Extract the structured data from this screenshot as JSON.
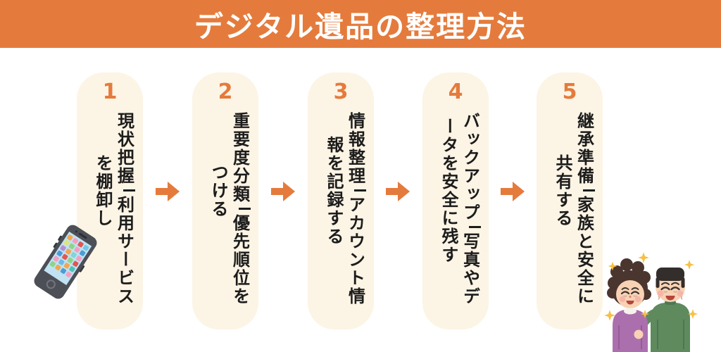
{
  "title": "デジタル遺品の整理方法",
  "colors": {
    "header_bg": "#E47B3C",
    "accent": "#E47B3C",
    "card_bg": "#FCF4E5",
    "text": "#1C1C1C",
    "title_text": "#FFFFFF"
  },
  "separator_glyph": "｜",
  "icons": {
    "step_connector": "arrow-right-icon",
    "illustrations": [
      "smartphone-illustration",
      "elderly-couple-illustration"
    ]
  },
  "steps": [
    {
      "number": "1",
      "title": "現状把握",
      "detail_line1": "利用サービス",
      "detail_line2": "を棚卸し"
    },
    {
      "number": "2",
      "title": "重要度分類",
      "detail_line1": "優先順位を",
      "detail_line2": "つける"
    },
    {
      "number": "3",
      "title": "情報整理",
      "detail_line1": "アカウント情",
      "detail_line2": "報を記録する"
    },
    {
      "number": "4",
      "title": "バックアップ",
      "detail_line1": "写真やデ",
      "detail_line2": "ータを安全に残す"
    },
    {
      "number": "5",
      "title": "継承準備",
      "detail_line1": "家族と安全に",
      "detail_line2": "共有する"
    }
  ]
}
